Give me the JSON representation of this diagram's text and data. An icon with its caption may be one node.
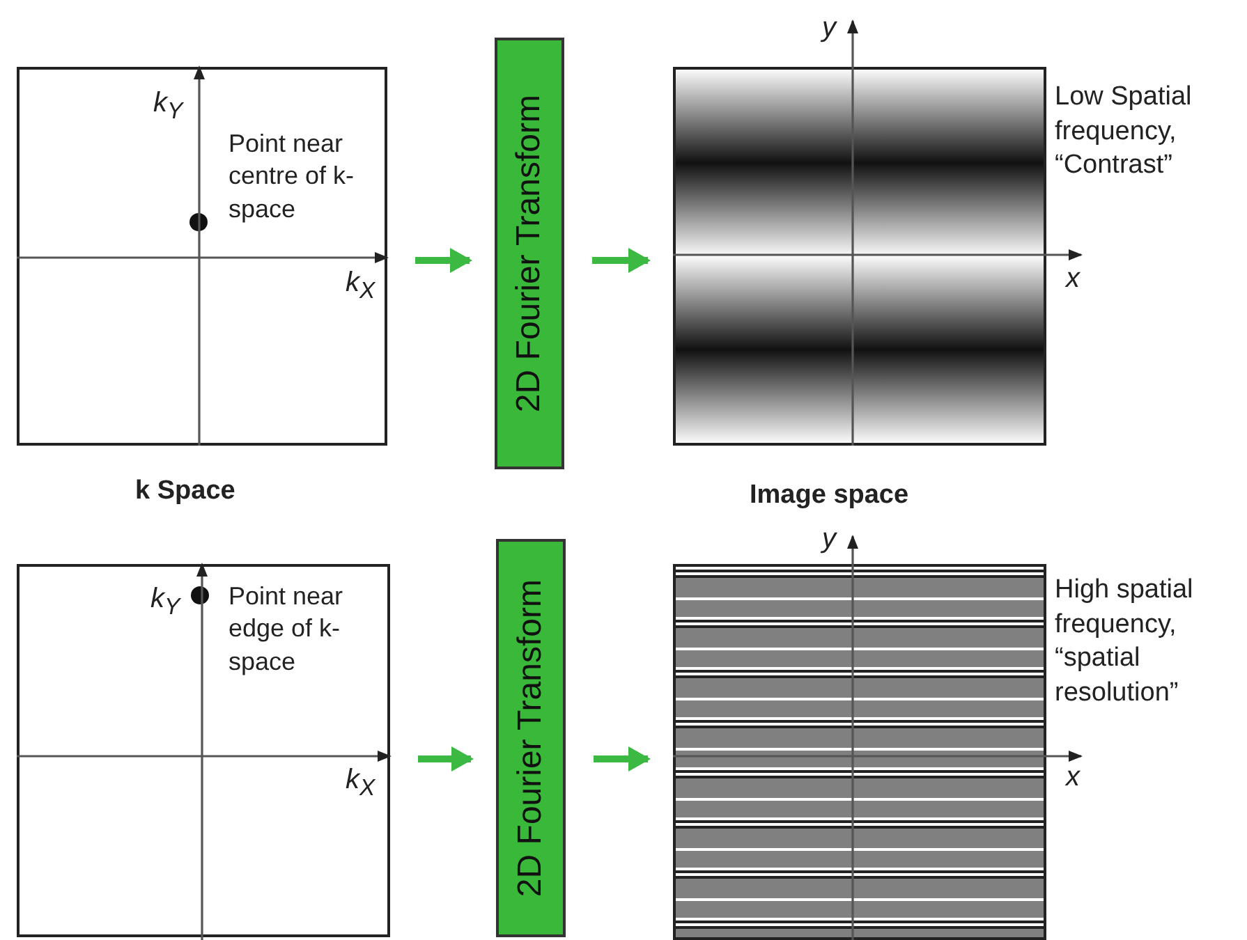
{
  "diagram": {
    "nodes": [
      {
        "text": [
          "Point near centre of k-space"
        ]
      },
      {
        "text": [
          "2D Fourier Transform"
        ]
      },
      {
        "text": [],
        "shape": "picture",
        "beside": [
          "Low Spatial frequency, “Contrast”"
        ]
      },
      {
        "text": [
          "Point near edge of k-space"
        ]
      },
      {
        "text": [
          "2D Fourier Transform"
        ]
      },
      {
        "text": [],
        "shape": "picture",
        "beside": [
          "High spatial frequency, “spatial resolution”"
        ]
      }
    ],
    "edges": [
      {
        "from": 0,
        "to": 1,
        "arrow": "to"
      },
      {
        "from": 1,
        "to": 2,
        "arrow": "to"
      },
      {
        "from": 3,
        "to": 4,
        "arrow": "to"
      },
      {
        "from": 4,
        "to": 5,
        "arrow": "to"
      }
    ],
    "labels": [
      "k$_{Y}$",
      "y",
      "k$_{X}$",
      "x",
      "k Space",
      "Image space",
      "y",
      "k$_{Y}$",
      "k$_{X}$",
      "x"
    ]
  }
}
